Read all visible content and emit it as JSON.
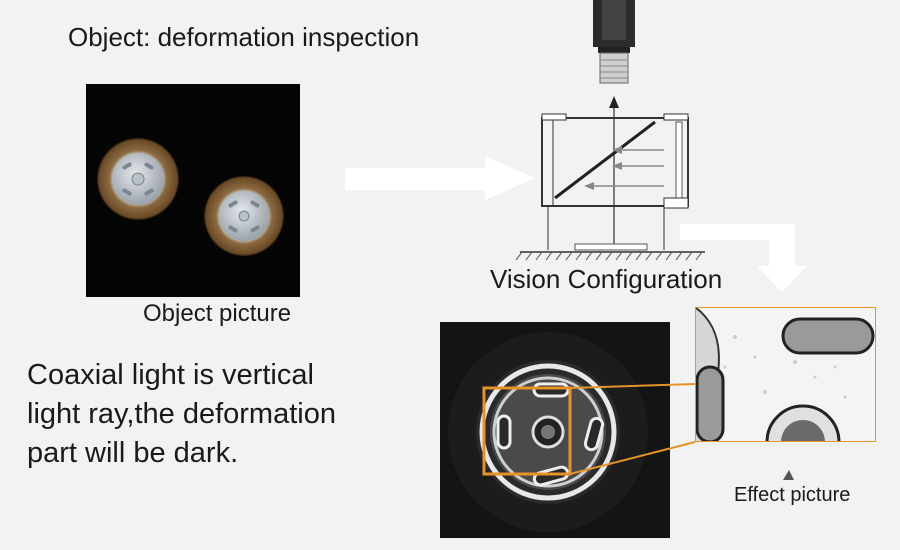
{
  "title": "Object: deformation inspection",
  "object_caption": "Object picture",
  "description_lines": [
    "Coaxial light is vertical",
    "light ray,the deformation",
    "part will be dark."
  ],
  "config_caption": "Vision Configuration",
  "effect_caption": "Effect picture",
  "colors": {
    "background": "#f2f2f2",
    "highlight": "#e8922a",
    "arrow": "#ffffff",
    "text": "#1a1a1a"
  }
}
